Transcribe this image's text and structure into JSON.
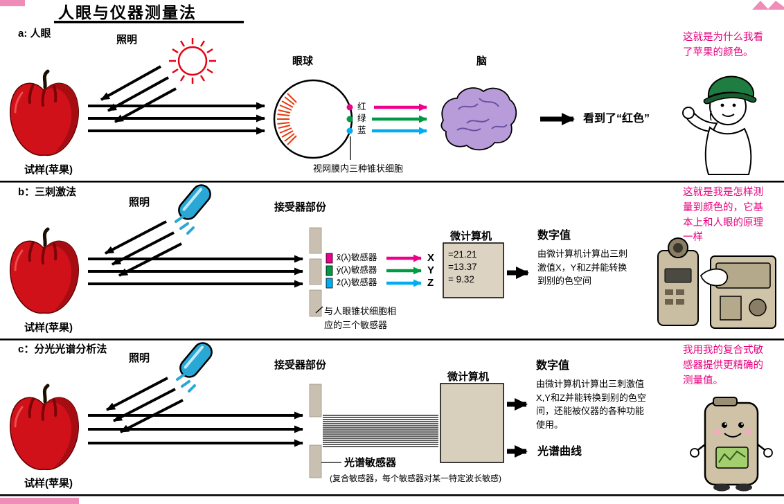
{
  "page": {
    "title": "人眼与仪器测量法"
  },
  "colors": {
    "magenta": "#ec008c",
    "green": "#009944",
    "cyan": "#00aeef",
    "note_pink": "#e6007e",
    "lamp_blue": "#29a8d6",
    "apple_red": "#d01119",
    "brain_purple": "#b79cd9",
    "box_beige": "#ddd3c2",
    "bar_gray": "#c9c0b2"
  },
  "section_a": {
    "label": "a: 人眼",
    "illumination": "照明",
    "sample": "试样(苹果)",
    "eyeball": "眼球",
    "brain": "脑",
    "cone_red": "红",
    "cone_green": "绿",
    "cone_blue": "蓝",
    "result": "看到了“红色”",
    "caption": "视网膜内三种锥状细胞",
    "note": "这就是为什么我看了苹果的颜色。"
  },
  "section_b": {
    "label": "b：三刺激法",
    "illumination": "照明",
    "sample": "试样(苹果)",
    "receiver": "接受器部份",
    "computer": "微计算机",
    "sensors": [
      {
        "label": "x̄(λ)敏感器",
        "output": "X",
        "value": "=21.21"
      },
      {
        "label": "ȳ(λ)敏感器",
        "output": "Y",
        "value": "=13.37"
      },
      {
        "label": "z̄(λ)敏感器",
        "output": "Z",
        "value": "= 9.32"
      }
    ],
    "digital_title": "数字值",
    "digital_text": "由微计算机计算出三刺激值X，Y和Z并能转换到别的色空间",
    "caption": "与人眼锥状细胞相应的三个敏感器",
    "note": "这就是我是怎样测量到颜色的，它基本上和人眼的原理一样"
  },
  "section_c": {
    "label": "c：分光光谱分析法",
    "illumination": "照明",
    "sample": "试样(苹果)",
    "receiver": "接受器部份",
    "computer": "微计算机",
    "digital_title": "数字值",
    "digital_text": "由微计算机计算出三刺激值X,Y和Z并能转换到别的色空间，还能被仪器的各种功能使用。",
    "spectral_curve": "光谱曲线",
    "sensor_label": "光谱敏感器",
    "sensor_caption": "(复合敏感器，每个敏感器对某一特定波长敏感)",
    "note": "我用我的复合式敏感器提供更精确的测量值。"
  }
}
